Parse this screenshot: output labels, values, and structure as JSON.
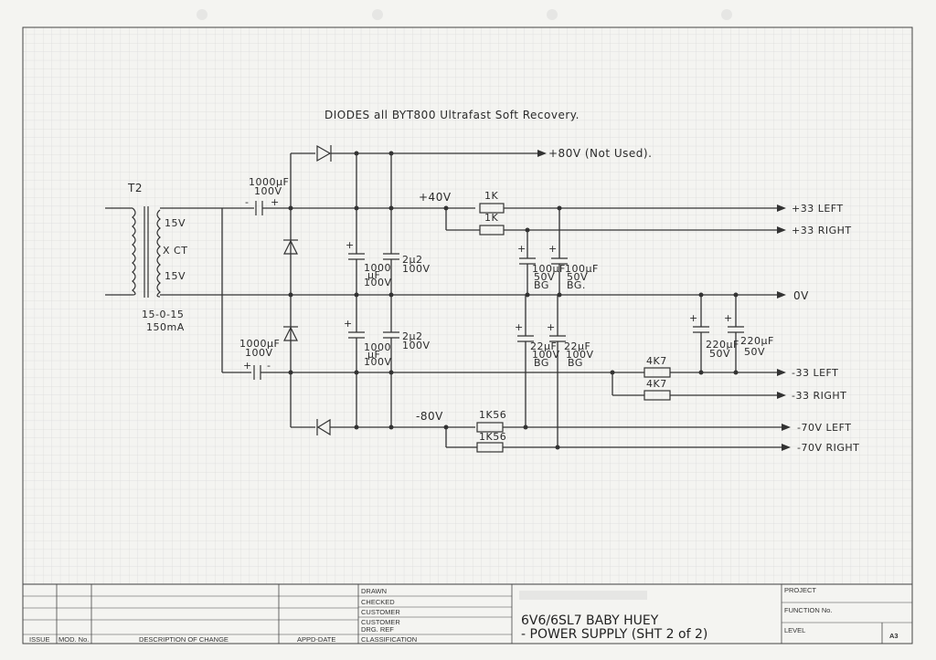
{
  "schematic": {
    "diode_note": "DIODES all BYT800 Ultrafast Soft Recovery.",
    "transformer": {
      "ref": "T2",
      "taps": [
        "15V",
        "X CT",
        "15V"
      ],
      "rating_line1": "15-0-15",
      "rating_line2": "150mA"
    },
    "rails": {
      "plus80": "+80V (Not Used).",
      "plus40": "+40V",
      "minus80": "-80V",
      "zero": "0V",
      "plus33_left": "+33 LEFT",
      "plus33_right": "+33 RIGHT",
      "minus33_left": "-33 LEFT",
      "minus33_right": "-33 RIGHT",
      "minus70_left": "-70V LEFT",
      "minus70_right": "-70V RIGHT"
    },
    "components": {
      "coupling_cap_top_l1": "1000μF",
      "coupling_cap_top_l2": "100V",
      "coupling_cap_bot_l1": "1000μF",
      "coupling_cap_bot_l2": "100V",
      "res_1k_a": "1K",
      "res_1k_b": "1K",
      "res_4k7_a": "4K7",
      "res_4k7_b": "4K7",
      "res_1k56_a": "1K56",
      "res_1k56_b": "1K56",
      "cap_1000_top_l1": "1000",
      "cap_1000_top_l2": "μF",
      "cap_1000_top_l3": "100V",
      "cap_2u2_top_l1": "2μ2",
      "cap_2u2_top_l2": "100V",
      "cap_1000_bot_l1": "1000",
      "cap_1000_bot_l2": "μF",
      "cap_1000_bot_l3": "100V",
      "cap_2u2_bot_l1": "2μ2",
      "cap_2u2_bot_l2": "100V",
      "cap_100_a_l1": "100μF",
      "cap_100_a_l2": "50V",
      "cap_100_a_l3": "BG",
      "cap_100_b_l1": "100μF",
      "cap_100_b_l2": "50V",
      "cap_100_b_l3": "BG.",
      "cap_22_a_l1": "22μF",
      "cap_22_a_l2": "100V",
      "cap_22_a_l3": "BG",
      "cap_22_b_l1": "22μF",
      "cap_22_b_l2": "100V",
      "cap_22_b_l3": "BG",
      "cap_220_a_l1": "220μF",
      "cap_220_a_l2": "50V",
      "cap_220_b_l1": "220μF",
      "cap_220_b_l2": "50V"
    }
  },
  "title_block": {
    "headers": {
      "issue": "ISSUE",
      "mod_no": "MOD. No.",
      "description": "DESCRIPTION OF CHANGE",
      "appd_date": "APPD-DATE"
    },
    "fields": {
      "drawn": "DRAWN",
      "checked": "CHECKED",
      "customer": "CUSTOMER",
      "customer_drg_ref_l1": "CUSTOMER",
      "customer_drg_ref_l2": "DRG. REF",
      "classification": "CLASSIFICATION",
      "project": "PROJECT",
      "function_no": "FUNCTION No.",
      "level": "LEVEL"
    },
    "title_line1": "6V6/6SL7 BABY HUEY",
    "title_line2": "- POWER SUPPLY  (SHT 2 of 2)",
    "sheet_size": "A3"
  }
}
